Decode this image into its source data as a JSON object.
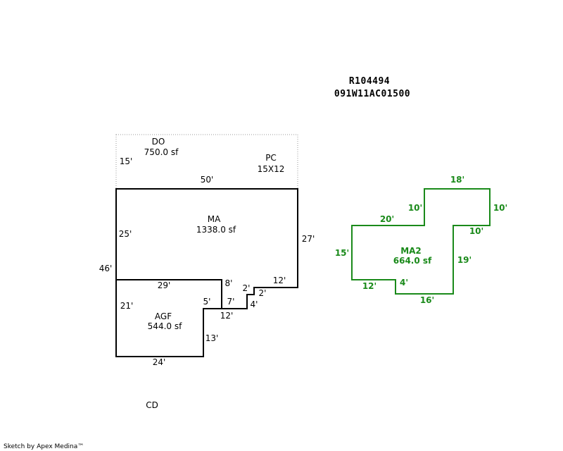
{
  "header": {
    "parcel_id": "R104494",
    "map_number": "091W11AC01500"
  },
  "footer": {
    "credit": "Sketch by Apex Medina™"
  },
  "areas": {
    "do": {
      "code": "DO",
      "area": "750.0 sf",
      "dim": "15'"
    },
    "pc": {
      "code": "PC",
      "size": "15X12"
    },
    "ma": {
      "code": "MA",
      "area": "1338.0 sf"
    },
    "agf": {
      "code": "AGF",
      "area": "544.0 sf"
    },
    "ma2": {
      "code": "MA2",
      "area": "664.0 sf"
    },
    "cd": {
      "code": "CD"
    }
  },
  "dims": {
    "ma_top": "50'",
    "ma_left": "25'",
    "ma_right": "27'",
    "total_left": "46'",
    "agf_top": "29'",
    "step_8": "8'",
    "step_2a": "2'",
    "step_2b": "2'",
    "step_12_top": "12'",
    "agf_left": "21'",
    "step_5": "5'",
    "step_7": "7'",
    "step_4": "4'",
    "step_12_bottom": "12'",
    "agf_right": "13'",
    "agf_bottom": "24'"
  },
  "ma2_dims": {
    "top": "18'",
    "right_top": "10'",
    "inner_left": "10'",
    "inner_right": "10'",
    "mid_top": "20'",
    "left": "15'",
    "right": "19'",
    "bottom_left": "12'",
    "step": "4'",
    "bottom": "16'"
  }
}
